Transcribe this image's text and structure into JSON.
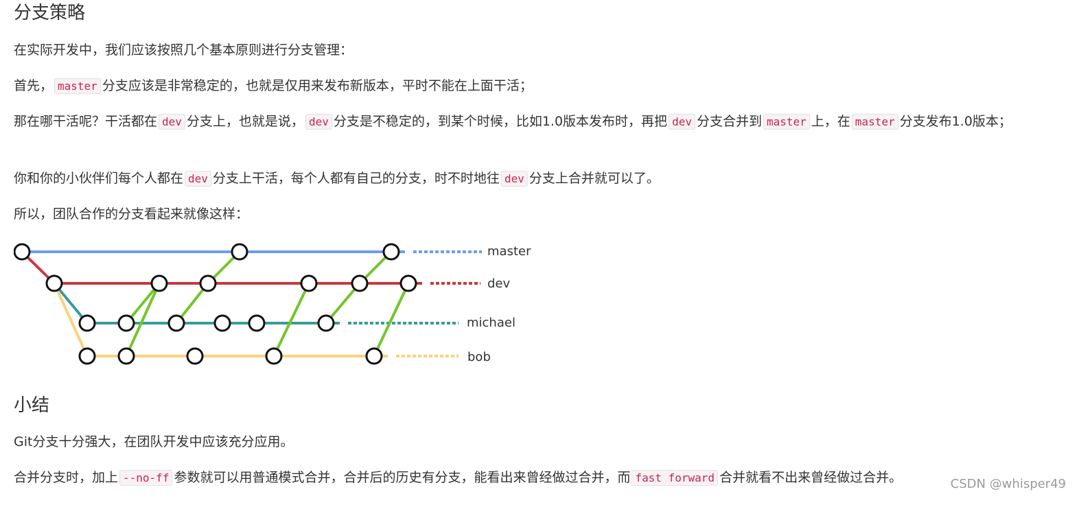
{
  "headings": {
    "strategy": "分支策略",
    "summary": "小结"
  },
  "paragraphs": {
    "p1": "在实际开发中，我们应该按照几个基本原则进行分支管理：",
    "p2_before": "首先，",
    "p2_code": "master",
    "p2_after": "分支应该是非常稳定的，也就是仅用来发布新版本，平时不能在上面干活；",
    "p3_a": "那在哪干活呢？干活都在",
    "p3_code1": "dev",
    "p3_b": "分支上，也就是说，",
    "p3_code2": "dev",
    "p3_c": "分支是不稳定的，到某个时候，比如1.0版本发布时，再把",
    "p3_code3": "dev",
    "p3_d": "分支合并到",
    "p3_code4": "master",
    "p3_e": "上，在",
    "p3_code5": "master",
    "p3_f": "分支发布1.0版本；",
    "p4_a": "你和你的小伙伴们每个人都在",
    "p4_code1": "dev",
    "p4_b": "分支上干活，每个人都有自己的分支，时不时地往",
    "p4_code2": "dev",
    "p4_c": "分支上合并就可以了。",
    "p5": "所以，团队合作的分支看起来就像这样：",
    "p6": "Git分支十分强大，在团队开发中应该充分应用。",
    "p7_a": "合并分支时，加上",
    "p7_code1": "--no-ff",
    "p7_b": "参数就可以用普通模式合并，合并后的历史有分支，能看出来曾经做过合并，而",
    "p7_code2": "fast forward",
    "p7_c": "合并就看不出来曾经做过合并。"
  },
  "diagram": {
    "branches": [
      {
        "key": "master",
        "label": "master",
        "color": "#6a9df0"
      },
      {
        "key": "dev",
        "label": "dev",
        "color": "#c9393e"
      },
      {
        "key": "michael",
        "label": "michael",
        "color": "#3a9a9c"
      },
      {
        "key": "bob",
        "label": "bob",
        "color": "#fcd27a"
      }
    ],
    "merge_color": "#74c62b"
  },
  "watermark": "CSDN @whisper49"
}
